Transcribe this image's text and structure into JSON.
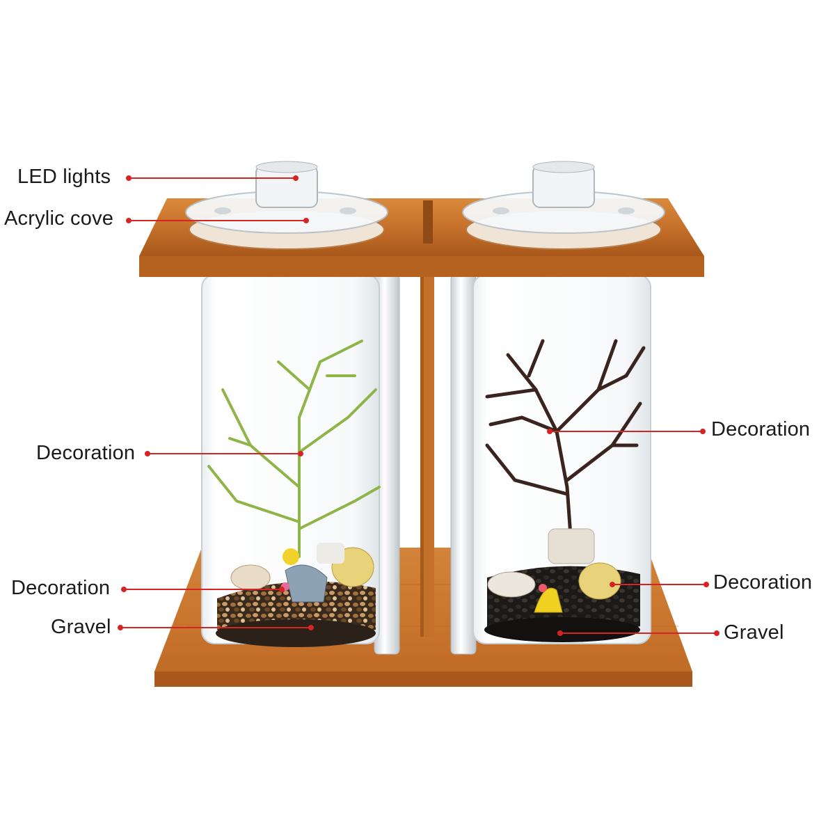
{
  "product": {
    "labels": {
      "led_lights": "LED lights",
      "acrylic_cover": "Acrylic cove",
      "decoration_left_plant": "Decoration",
      "decoration_left_bottom": "Decoration",
      "gravel_left": "Gravel",
      "decoration_right_branch": "Decoration",
      "decoration_right_bottom": "Decoration",
      "gravel_right": "Gravel"
    }
  },
  "colors": {
    "callout_line": "#d62424",
    "bamboo": "#c9762e",
    "bamboo_dark": "#9d5518",
    "label_text": "#1a1a1a"
  }
}
